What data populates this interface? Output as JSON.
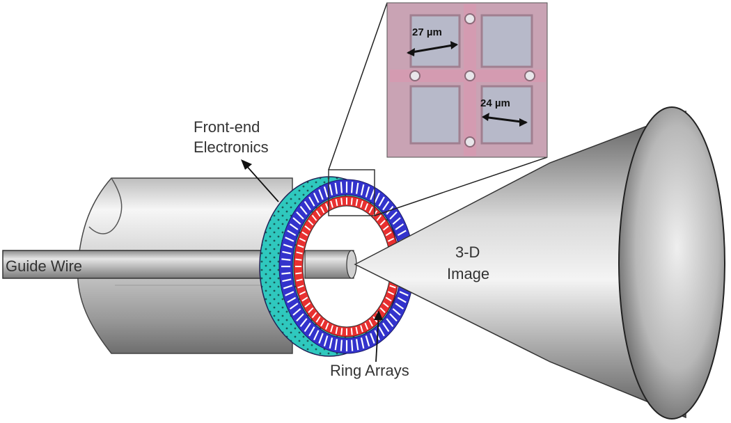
{
  "labels": {
    "front_end_line1": "Front-end",
    "front_end_line2": "Electronics",
    "guide_wire": "Guide Wire",
    "image_line1": "3-D",
    "image_line2": "Image",
    "ring_arrays": "Ring Arrays"
  },
  "inset": {
    "dimension_a": "27 µm",
    "dimension_b": "24 µm"
  },
  "colors": {
    "electronics": "#2fc8be",
    "outer_ring": "#3333cc",
    "inner_ring": "#e83030",
    "inset_bg": "#c9a3b4",
    "inset_element": "#b7b9c9"
  }
}
